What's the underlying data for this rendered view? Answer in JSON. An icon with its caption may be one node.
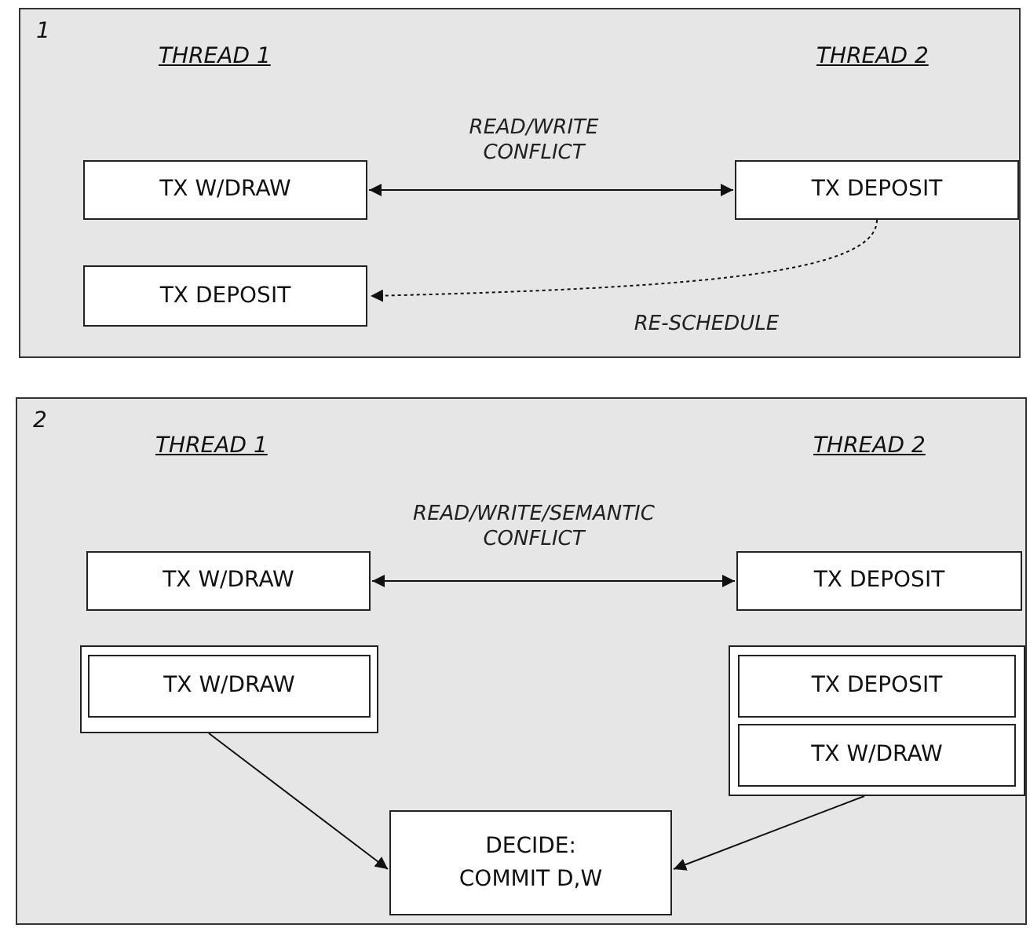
{
  "diagram": {
    "nodes": [
      {
        "text": [
          "1",
          "THREAD 1",
          "THREAD 2"
        ]
      },
      {
        "text": [
          "TX W/DRAW"
        ],
        "in": 0
      },
      {
        "text": [
          "TX DEPOSIT"
        ],
        "in": 0
      },
      {
        "text": [
          "TX DEPOSIT"
        ],
        "in": 0
      },
      {
        "text": [
          "2",
          "THREAD 1",
          "THREAD 2"
        ]
      },
      {
        "text": [
          "TX W/DRAW"
        ],
        "in": 4
      },
      {
        "text": [
          "TX DEPOSIT"
        ],
        "in": 4
      },
      {
        "text": [],
        "shape": "box",
        "in": 4
      },
      {
        "text": [
          "TX W/DRAW"
        ],
        "in": 7
      },
      {
        "text": [],
        "shape": "box",
        "in": 4
      },
      {
        "text": [
          "TX DEPOSIT"
        ],
        "in": 9
      },
      {
        "text": [
          "TX W/DRAW"
        ],
        "in": 9
      },
      {
        "text": [
          "DECIDE: COMMIT D,W"
        ],
        "in": 4
      }
    ],
    "edges": [
      {
        "from": 1,
        "to": 2,
        "arrow": "both",
        "label": "READ/WRITE CONFLICT"
      },
      {
        "from": 2,
        "to": 3,
        "arrow": "to",
        "label": "RE-SCHEDULE",
        "style": "dashed"
      },
      {
        "from": 5,
        "to": 6,
        "arrow": "both",
        "label": "READ/WRITE/SEMANTIC CONFLICT"
      },
      {
        "from": 7,
        "to": 12,
        "arrow": "to"
      },
      {
        "from": 9,
        "to": 12,
        "arrow": "to"
      }
    ]
  }
}
